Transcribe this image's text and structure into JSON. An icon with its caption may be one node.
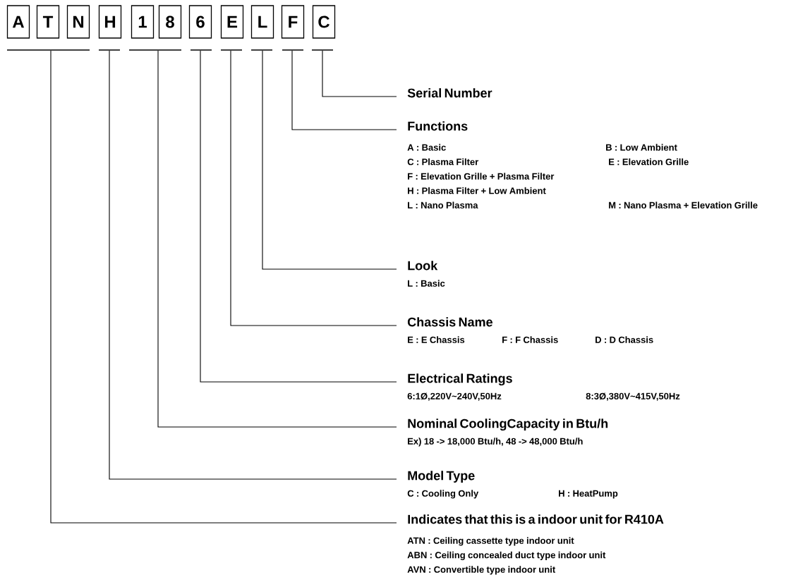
{
  "diagram": {
    "nodes": [
      {
        "text": [
          "A"
        ]
      },
      {
        "text": [
          "T"
        ]
      },
      {
        "text": [
          "N"
        ]
      },
      {
        "text": [
          "H"
        ]
      },
      {
        "text": [
          "1"
        ]
      },
      {
        "text": [
          "8"
        ]
      },
      {
        "text": [
          "6"
        ]
      },
      {
        "text": [
          "E"
        ]
      },
      {
        "text": [
          "L"
        ]
      },
      {
        "text": [
          "F"
        ]
      },
      {
        "text": [
          "C"
        ]
      },
      {
        "text": [],
        "shape": "bar"
      },
      {
        "text": [],
        "shape": "bar"
      },
      {
        "text": [],
        "shape": "bar"
      },
      {
        "text": [],
        "shape": "bar"
      },
      {
        "text": [],
        "shape": "bar"
      },
      {
        "text": [],
        "shape": "bar"
      },
      {
        "text": [],
        "shape": "bar"
      },
      {
        "text": [],
        "shape": "bar"
      },
      {
        "text": [
          "Serial Number"
        ]
      },
      {
        "text": [
          "Functions",
          "A : Basic",
          "B : Low Ambient",
          "C : Plasma Filter",
          "E : Elevation Grille",
          "F : Elevation Grille + Plasma Filter",
          "H : Plasma Filter + Low Ambient",
          "L : Nano Plasma",
          "M : Nano Plasma + Elevation Grille"
        ]
      },
      {
        "text": [
          "Look",
          "L : Basic"
        ]
      },
      {
        "text": [
          "Chassis Name",
          "E : E Chassis",
          "F : F Chassis",
          "D : D Chassis"
        ]
      },
      {
        "text": [
          "Electrical Ratings",
          "6:1Ø,220V~240V,50Hz",
          "8:3Ø,380V~415V,50Hz"
        ]
      },
      {
        "text": [
          "Nominal CoolingCapacity in Btu/h",
          "Ex)  18 -> 18,000 Btu/h, 48 -> 48,000 Btu/h"
        ]
      },
      {
        "text": [
          "Model Type",
          "C : Cooling Only",
          "H : HeatPump"
        ]
      },
      {
        "text": [
          "Indicates that this is a indoor unit for R410A",
          "ATN : Ceiling cassette type indoor unit",
          "ABN : Ceiling concealed duct type indoor unit",
          "AVN : Convertible type indoor unit"
        ]
      }
    ],
    "edges": [
      {
        "from": 18,
        "to": 19,
        "arrow": "none"
      },
      {
        "from": 17,
        "to": 20,
        "arrow": "none"
      },
      {
        "from": 16,
        "to": 21,
        "arrow": "none"
      },
      {
        "from": 15,
        "to": 22,
        "arrow": "none"
      },
      {
        "from": 14,
        "to": 23,
        "arrow": "none"
      },
      {
        "from": 13,
        "to": 24,
        "arrow": "none"
      },
      {
        "from": 12,
        "to": 25,
        "arrow": "none"
      },
      {
        "from": 11,
        "to": 26,
        "arrow": "none"
      }
    ]
  }
}
